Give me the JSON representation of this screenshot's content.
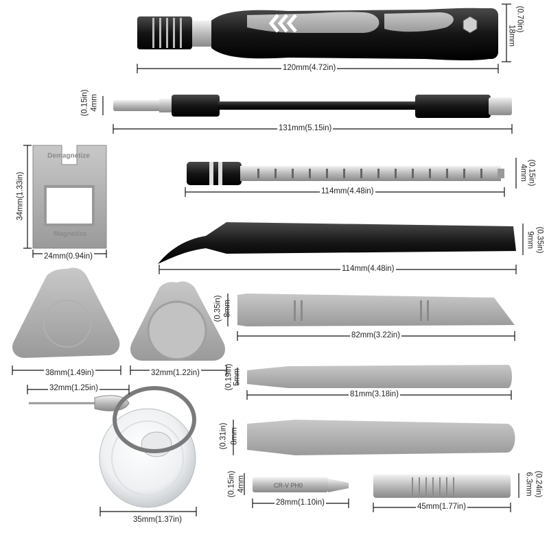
{
  "screwdriver": {
    "length": "120mm(4.72in)",
    "dia_mm": "18mm",
    "dia_in": "(0.70in)"
  },
  "extension": {
    "length": "131mm(5.15in)",
    "dia_mm": "4mm",
    "dia_in": "(0.15in)"
  },
  "long_bit": {
    "length": "114mm(4.48in)",
    "dia_mm": "4mm",
    "dia_in": "(0.15in)"
  },
  "magnetizer": {
    "width": "24mm(0.94in)",
    "height": "34mm(1.33in)",
    "text_top": "Demagnetize",
    "text_bottom": "Magnetize"
  },
  "tweezers": {
    "length": "114mm(4.48in)",
    "dia_mm": "9mm",
    "dia_in": "(0.35in)"
  },
  "pick_large": {
    "width": "38mm(1.49in)"
  },
  "pick_small": {
    "width": "32mm(1.22in)"
  },
  "spudger_1": {
    "length": "82mm(3.22in)",
    "dia_mm": "8mm",
    "dia_in": "(0.35in)"
  },
  "spudger_2": {
    "length": "81mm(3.18in)",
    "dia_mm": "5mm",
    "dia_in": "(0.19in)"
  },
  "spudger_3": {
    "length": "",
    "dia_mm": "8mm",
    "dia_in": "(0.31in)"
  },
  "sim_pin": {
    "length": "32mm(1.25in)"
  },
  "suction_cup": {
    "width": "35mm(1.37in)"
  },
  "small_bit": {
    "length": "28mm(1.10in)",
    "dia_mm": "4mm",
    "dia_in": "(0.15in)",
    "engraving": "CR-V PH0"
  },
  "adapter": {
    "length": "45mm(1.77in)",
    "dia_mm": "6.3mm",
    "dia_in": "(0.24in)"
  }
}
